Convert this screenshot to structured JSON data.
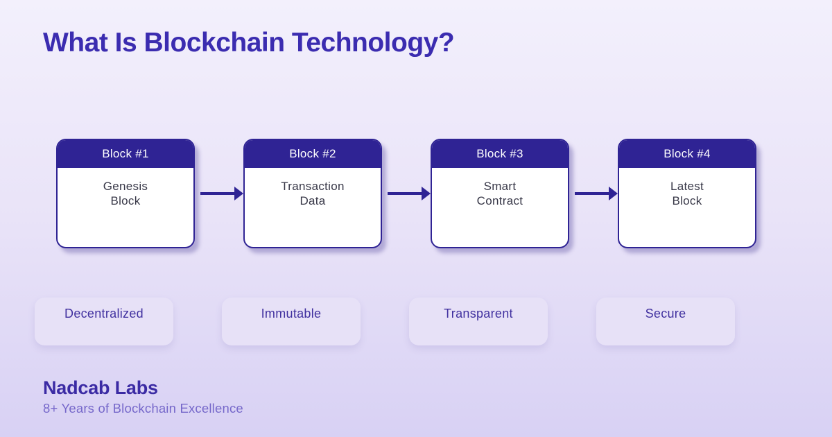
{
  "page": {
    "title": "What Is Blockchain Technology?"
  },
  "diagram": {
    "blocks": [
      {
        "header": "Block #1",
        "label": "Genesis\nBlock"
      },
      {
        "header": "Block #2",
        "label": "Transaction\nData"
      },
      {
        "header": "Block #3",
        "label": "Smart\nContract"
      },
      {
        "header": "Block #4",
        "label": "Latest\nBlock"
      }
    ]
  },
  "features": [
    {
      "label": "Decentralized"
    },
    {
      "label": "Immutable"
    },
    {
      "label": "Transparent"
    },
    {
      "label": "Secure"
    }
  ],
  "footer": {
    "brand": "Nadcab Labs",
    "tagline": "8+ Years of Blockchain Excellence"
  },
  "colors": {
    "indigo": "#2f2394",
    "title_purple": "#3b2cb0",
    "pill_background": "#e7e1f7",
    "pill_text": "#40309f",
    "tagline_purple": "#7668ca",
    "background_top": "#f3f0fc",
    "background_bottom": "#d8d1f4"
  }
}
